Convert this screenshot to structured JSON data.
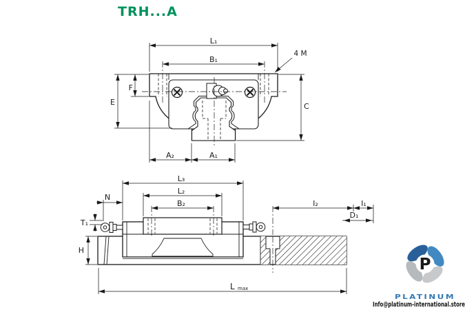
{
  "title": "TRH...A",
  "front_view": {
    "dims": {
      "l1": "L₁",
      "b1": "B₁",
      "m4": "4 M",
      "f": "F",
      "e": "E",
      "c": "C",
      "a2": "A₂",
      "a1": "A₁"
    }
  },
  "side_view": {
    "dims": {
      "l3": "L₃",
      "l2": "L₂",
      "b2": "B₂",
      "n": "N",
      "t1": "T₁",
      "h": "H",
      "i2": "I₂",
      "i1": "I₁",
      "d1": "D₁",
      "lmax_main": "L",
      "lmax_sub": "max"
    }
  },
  "watermark": {
    "brand": "PLATINUM",
    "email": "Info@platinum-international.store",
    "monogram": "P"
  },
  "colors": {
    "title_green": "#00915c",
    "line": "#1a1a1a",
    "logo_blue_dark": "#2a6099",
    "logo_blue": "#4289c2",
    "logo_gray": "#c7c9cb",
    "logo_gray_dark": "#b7babd"
  }
}
